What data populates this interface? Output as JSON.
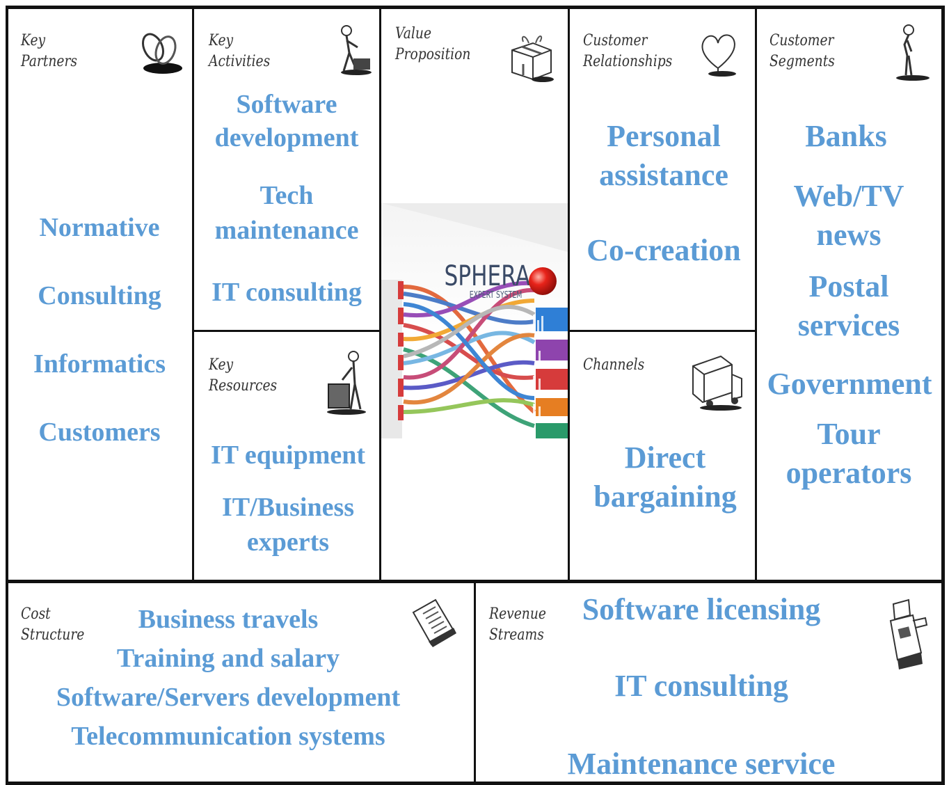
{
  "blocks": {
    "key_partners": {
      "title": [
        "Key",
        "Partners"
      ],
      "items": [
        "Normative",
        "Consulting",
        "Informatics",
        "Customers"
      ]
    },
    "key_activities": {
      "title": [
        "Key",
        "Activities"
      ],
      "items": [
        [
          "Software",
          "development"
        ],
        [
          "Tech",
          "maintenance"
        ],
        [
          "IT consulting"
        ]
      ]
    },
    "key_resources": {
      "title": [
        "Key",
        "Resources"
      ],
      "items": [
        [
          "IT equipment"
        ],
        [
          "IT/Business",
          "experts"
        ]
      ]
    },
    "value_proposition": {
      "title": [
        "Value",
        "Proposition"
      ],
      "image": {
        "brand": "SPHERA",
        "subtitle": "EXPERT SYSTEM"
      }
    },
    "customer_relationships": {
      "title": [
        "Customer",
        "Relationships"
      ],
      "items": [
        [
          "Personal",
          "assistance"
        ],
        [
          "Co-creation"
        ]
      ]
    },
    "channels": {
      "title": [
        "Channels"
      ],
      "items": [
        [
          "Direct",
          "bargaining"
        ]
      ]
    },
    "customer_segments": {
      "title": [
        "Customer",
        "Segments"
      ],
      "items": [
        [
          "Banks"
        ],
        [
          "Web/TV",
          "news"
        ],
        [
          "Postal",
          "services"
        ],
        [
          "Government"
        ],
        [
          "Tour",
          "operators"
        ]
      ]
    },
    "cost_structure": {
      "title": [
        "Cost",
        "Structure"
      ],
      "items": [
        "Business travels",
        "Training and salary",
        "Software/Servers development",
        "Telecommunication systems"
      ]
    },
    "revenue_streams": {
      "title": [
        "Revenue",
        "Streams"
      ],
      "items": [
        "Software licensing",
        "IT consulting",
        "Maintenance service"
      ]
    }
  },
  "colors": {
    "text_accent": "#5b9bd5",
    "border": "#111111",
    "header_text": "#333333"
  },
  "icons": {
    "key_partners": "chain-link-icon",
    "key_activities": "worker-pushing-cart-icon",
    "key_resources": "worker-with-crate-icon",
    "value_proposition": "gift-package-icon",
    "customer_relationships": "heart-icon",
    "channels": "delivery-truck-icon",
    "customer_segments": "person-standing-icon",
    "cost_structure": "invoice-document-icon",
    "revenue_streams": "cash-register-icon"
  }
}
